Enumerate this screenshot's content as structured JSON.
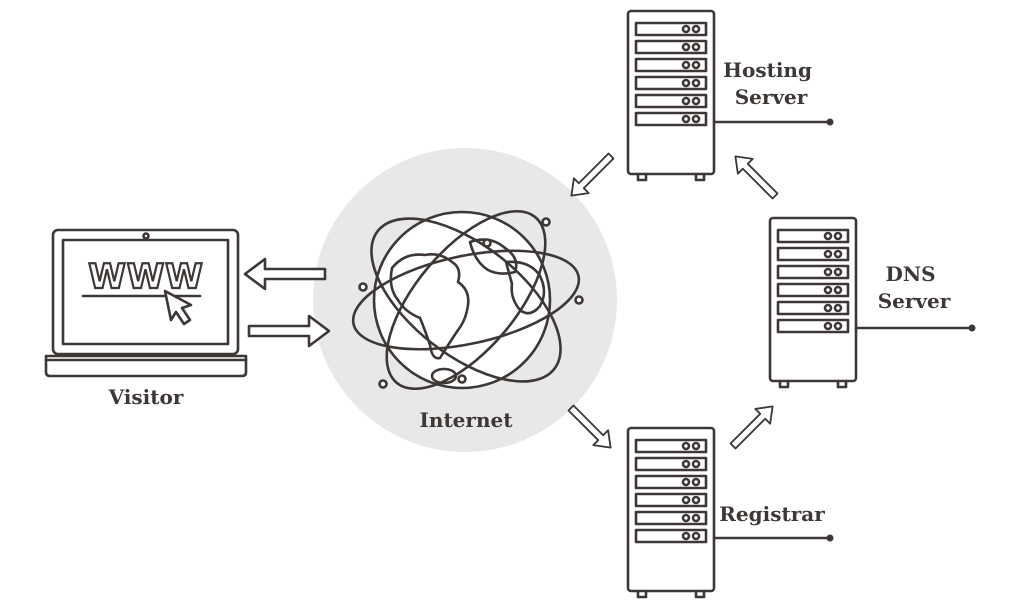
{
  "nodes": {
    "visitor": {
      "label": "Visitor",
      "screen_text": "WWW"
    },
    "internet": {
      "label": "Internet"
    },
    "hosting": {
      "label_line1": "Hosting",
      "label_line2": "Server"
    },
    "dns": {
      "label_line1": "DNS",
      "label_line2": "Server"
    },
    "registrar": {
      "label": "Registrar"
    }
  },
  "colors": {
    "stroke": "#3d3735",
    "internet_bg": "#e9e8e8",
    "background": "#ffffff"
  }
}
